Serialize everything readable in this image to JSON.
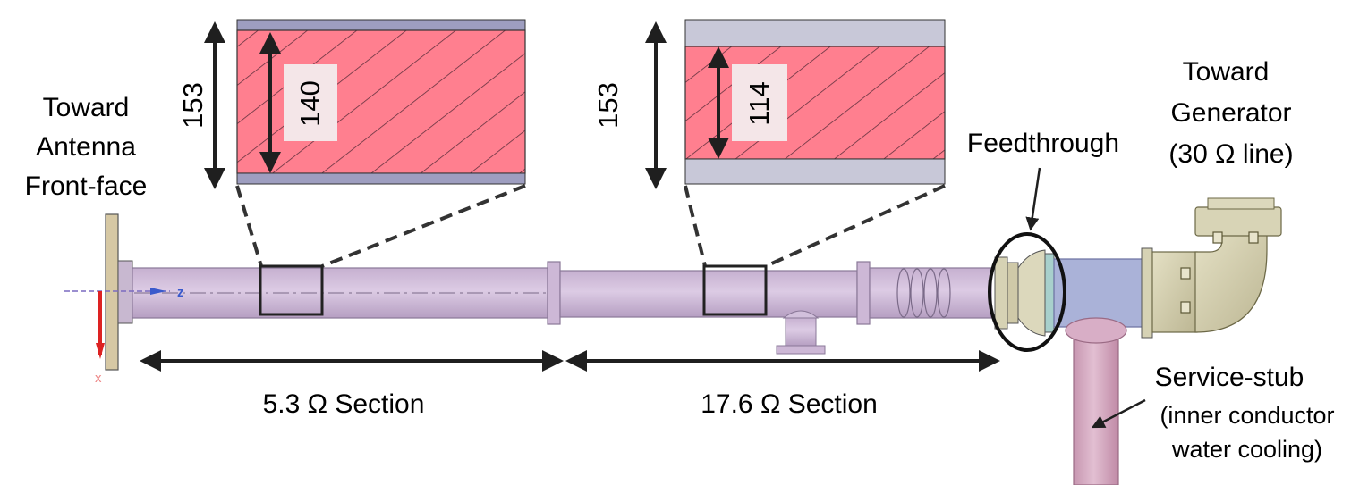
{
  "labels": {
    "toward_antenna": [
      "Toward",
      "Antenna",
      "Front-face"
    ],
    "toward_generator": [
      "Toward",
      "Generator",
      "(30 Ω line)"
    ],
    "feedthrough": "Feedthrough",
    "service_stub": [
      "Service-stub",
      "(inner conductor",
      "water cooling)"
    ],
    "section_1": "5.3 Ω Section",
    "section_2": "17.6 Ω Section"
  },
  "dimensions": {
    "inset_1_outer": "153",
    "inset_1_inner": "140",
    "inset_2_outer": "153",
    "inset_2_inner": "114"
  },
  "axis_labels": {
    "z": "z",
    "x": "x"
  },
  "colors": {
    "pipe": "#d4c2dc",
    "pipe_stroke": "#8a7898",
    "conductor_fill": "#ff7f8f",
    "hatch": "#5a2d3a",
    "outer_band": "#c8c8d8",
    "elbow": "#d8d4b6",
    "stub": "#d6aec4",
    "tee": "#aab2d8",
    "axis_z": "#3a5acc",
    "axis_x": "#dd2222"
  }
}
